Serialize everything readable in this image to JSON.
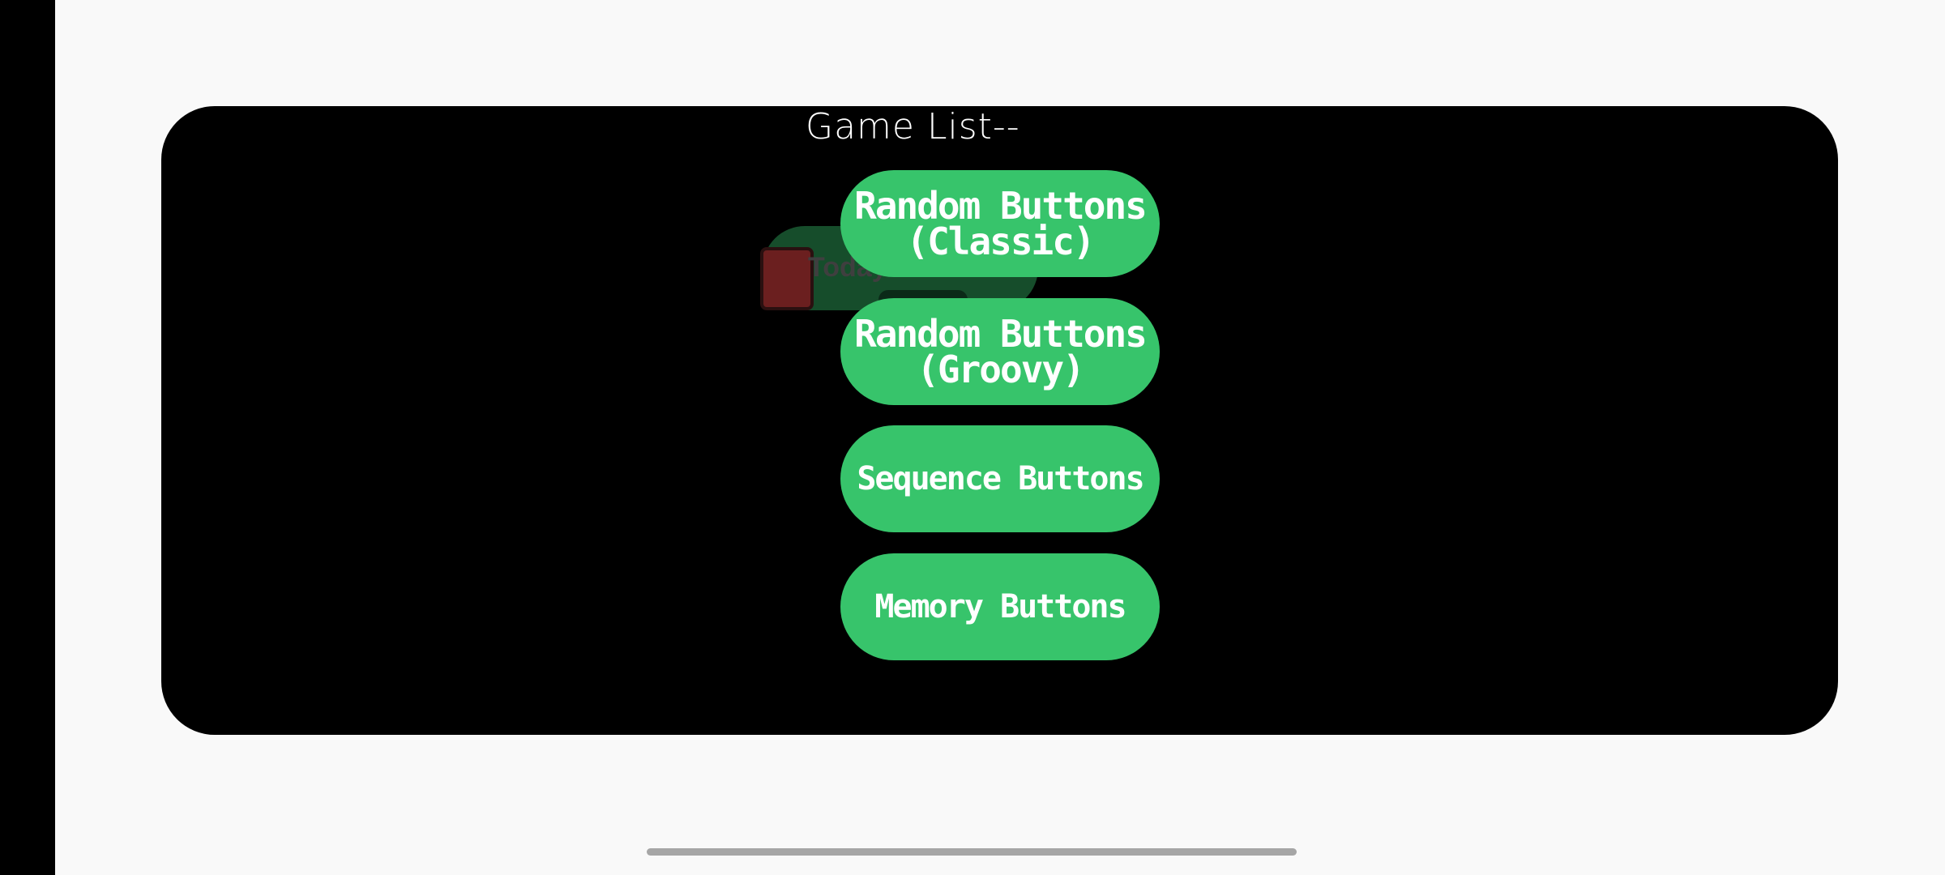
{
  "dialog": {
    "title": "Game List--"
  },
  "background": {
    "banner_text": "Today"
  },
  "games": [
    {
      "line1": "Random Buttons",
      "line2": "(Classic)"
    },
    {
      "line1": "Random Buttons",
      "line2": "(Groovy)"
    },
    {
      "line1": "Sequence Buttons"
    },
    {
      "line1": "Memory Buttons"
    }
  ],
  "colors": {
    "button": "#37c46b",
    "dialog": "#000000",
    "page": "#f9f9f9"
  }
}
